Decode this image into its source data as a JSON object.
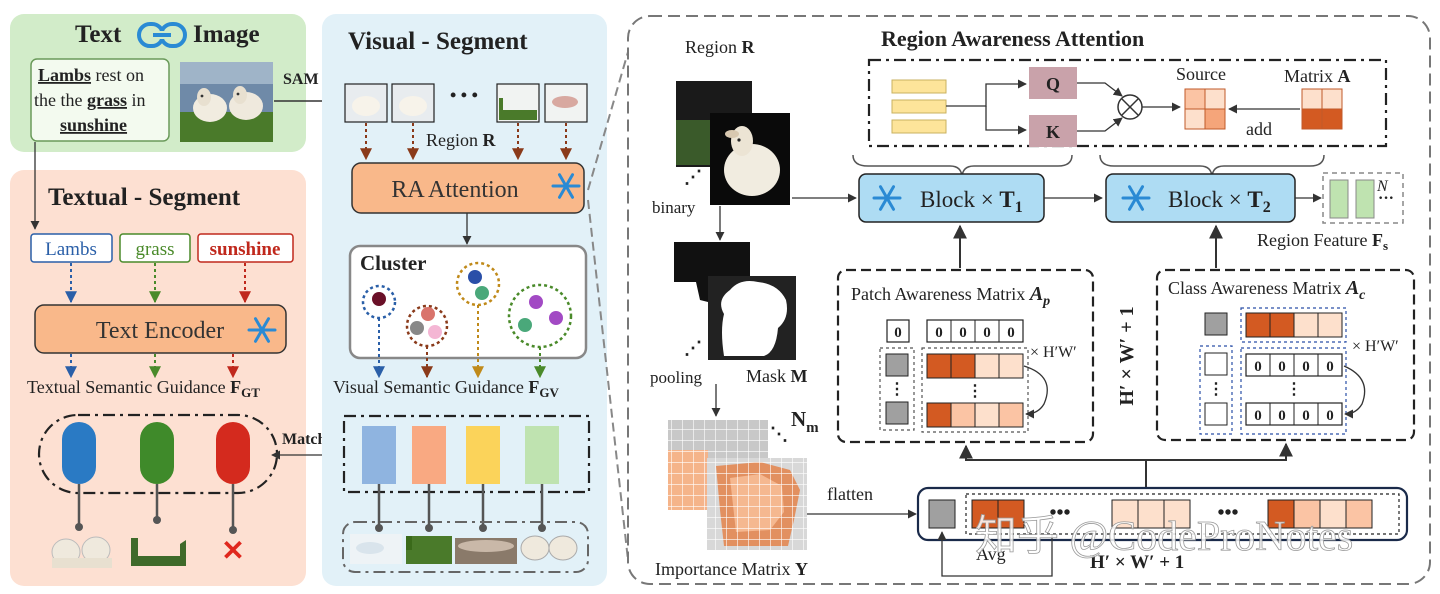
{
  "text_image": {
    "title_left": "Text",
    "title_right": "Image",
    "caption_line1_a": "Lambs",
    "caption_line1_b": " rest on",
    "caption_line2_a": "the the ",
    "caption_line2_b": "grass",
    "caption_line2_c": " in",
    "caption_line3": "sunshine",
    "sam_label": "SAM"
  },
  "textual_segment": {
    "title": "Textual - Segment",
    "words": [
      "Lambs",
      "grass",
      "sunshine"
    ],
    "encoder_label": "Text Encoder",
    "guidance_label": "Textual Semantic Guidance ",
    "guidance_symbol": "F",
    "guidance_sub": "GT",
    "match_label": "Match",
    "token_colors": [
      "#2a7ac4",
      "#3f8a2a",
      "#d42a1e"
    ],
    "cross_symbol": "✕"
  },
  "visual_segment": {
    "title": "Visual - Segment",
    "dots": "• • •",
    "region_label": "Region ",
    "region_symbol": "R",
    "ra_label": "RA Attention",
    "cluster_title": "Cluster",
    "guidance_label": "Visual Semantic Guidance ",
    "guidance_symbol": "F",
    "guidance_sub": "GV",
    "feature_colors": [
      "#8fb4e0",
      "#f9a982",
      "#fbd35a",
      "#bfe3b0"
    ]
  },
  "raa": {
    "region_label": "Region ",
    "region_symbol": "R",
    "title": "Region Awareness Attention",
    "q_label": "Q",
    "k_label": "K",
    "source_label": "Source",
    "matrix_label": "Matrix ",
    "matrix_symbol": "A",
    "add_label": "add",
    "binary_label": "binary",
    "pooling_label": "pooling",
    "mask_label": "Mask ",
    "mask_symbol": "M",
    "block1_label": "Block × ",
    "block1_symbol": "T",
    "block1_sub": "1",
    "block2_label": "Block × ",
    "block2_symbol": "T",
    "block2_sub": "2",
    "n_label": "N",
    "region_feature_label": "Region Feature ",
    "region_feature_symbol": "F",
    "region_feature_sub": "s",
    "patch_title": "Patch Awareness Matrix ",
    "patch_symbol": "A",
    "patch_sub": "p",
    "class_title": "Class Awareness Matrix ",
    "class_symbol": "A",
    "class_sub": "c",
    "hw_label": "× H′W′",
    "vertical_label": "H′ × W′ + 1",
    "zero": "0",
    "nm_label": "N",
    "nm_sub": "m",
    "flatten_label": "flatten",
    "importance_label": "Importance Matrix ",
    "importance_symbol": "Y",
    "avg_label": "Avg",
    "bottom_hw_label": "H′ × W′ + 1",
    "watermark": "知乎 @CodeProNotes"
  }
}
